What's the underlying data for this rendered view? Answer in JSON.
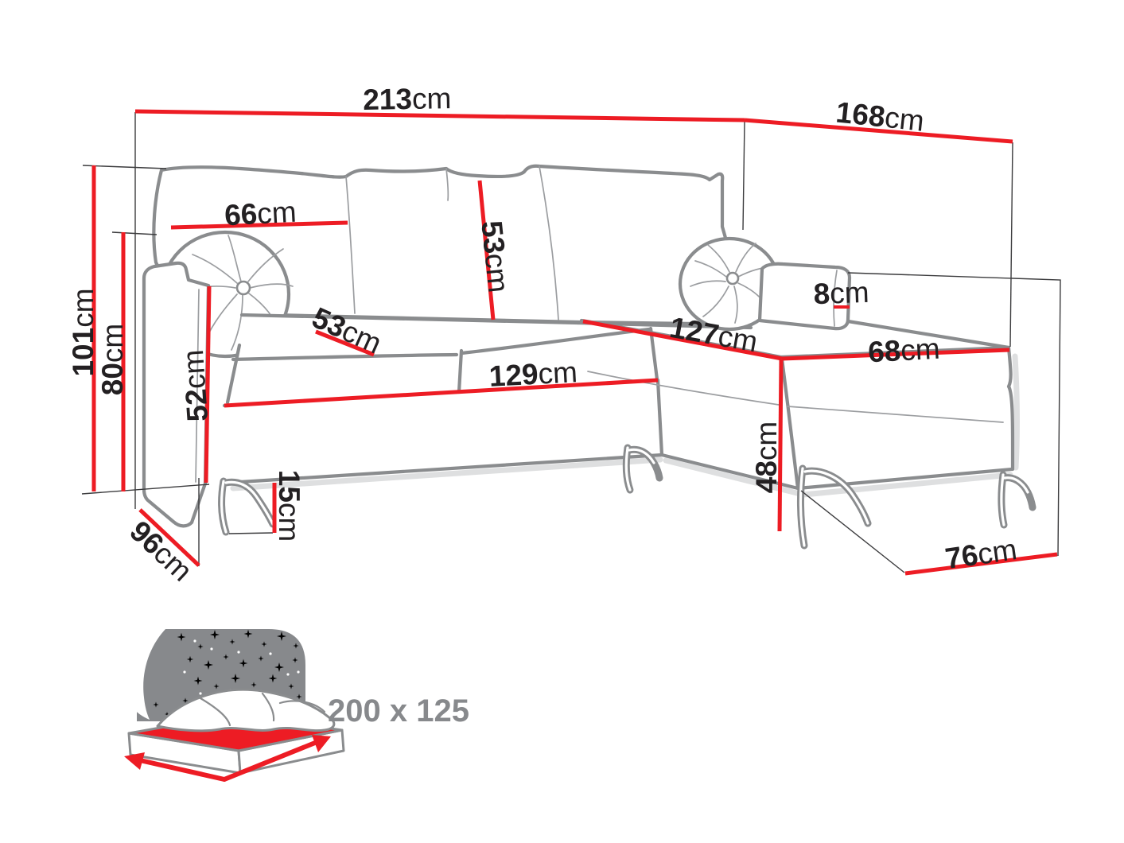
{
  "title": "Corner sofa bed dimension diagram",
  "colors": {
    "dimension_red": "#ed1c24",
    "outline_gray": "#8a8c8e",
    "label_black": "#232022",
    "icon_gray": "#87898c"
  },
  "dimensions": {
    "total_width": {
      "value": "213",
      "unit": "cm"
    },
    "chaise_total_length": {
      "value": "168",
      "unit": "cm"
    },
    "back_cushion_width": {
      "value": "66",
      "unit": "cm"
    },
    "back_cushion_height": {
      "value": "53",
      "unit": "cm"
    },
    "total_height": {
      "value": "101",
      "unit": "cm"
    },
    "backrest_height": {
      "value": "80",
      "unit": "cm"
    },
    "armrest_height": {
      "value": "52",
      "unit": "cm"
    },
    "seat_cushion_depth": {
      "value": "53",
      "unit": "cm"
    },
    "seat_front_width": {
      "value": "129",
      "unit": "cm"
    },
    "corner_edge_width": {
      "value": "127",
      "unit": "cm"
    },
    "chaise_seat_width": {
      "value": "68",
      "unit": "cm"
    },
    "armrest_cushion_height": {
      "value": "8",
      "unit": "cm"
    },
    "chaise_seat_height": {
      "value": "48",
      "unit": "cm"
    },
    "leg_height": {
      "value": "15",
      "unit": "cm"
    },
    "sofa_depth": {
      "value": "96",
      "unit": "cm"
    },
    "chaise_front_depth": {
      "value": "76",
      "unit": "cm"
    }
  },
  "sleeping_area": {
    "label": "200 x 125"
  }
}
